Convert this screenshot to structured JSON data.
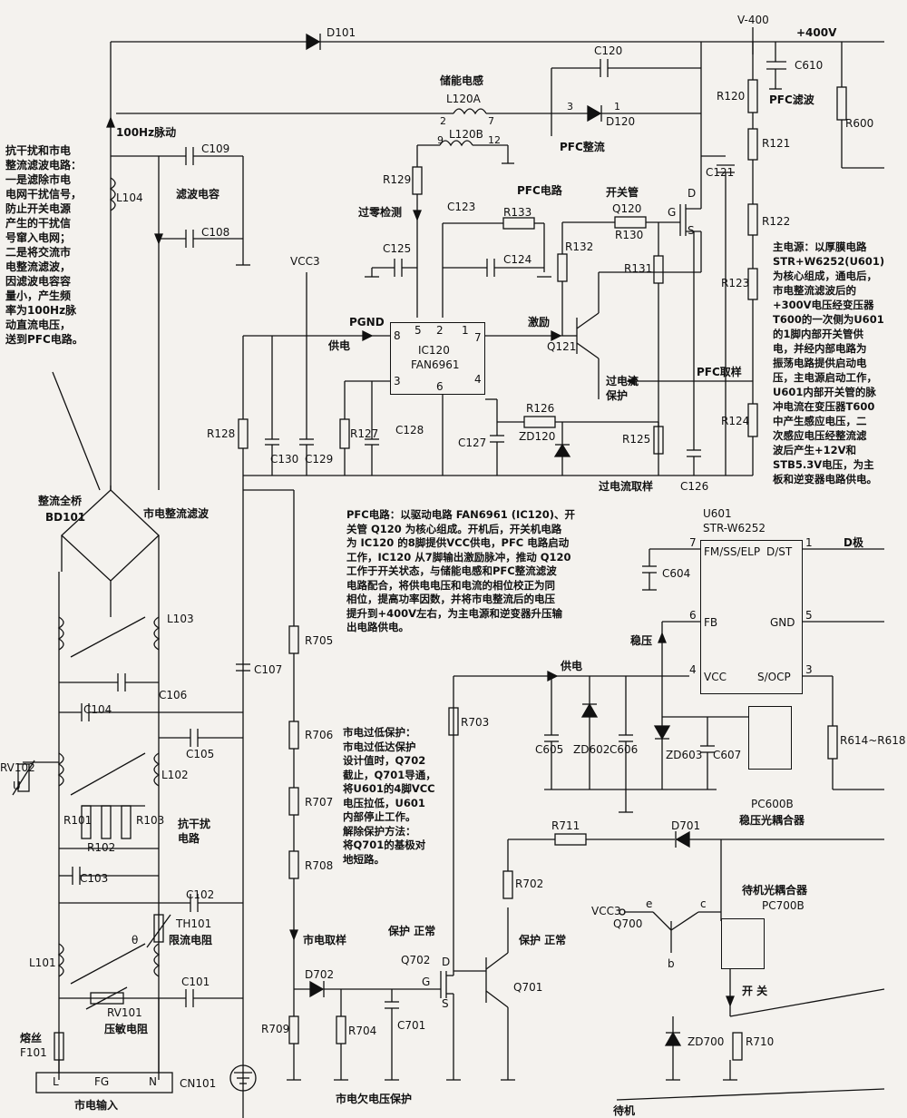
{
  "components": {
    "d101": "D101",
    "v400": "V-400",
    "p400v": "+400V",
    "c120": "C120",
    "c610": "C610",
    "pfc_lv": "PFC滤波",
    "r600": "R600",
    "chu": "储能电感",
    "l120a": "L120A",
    "l120a_p2": "2",
    "l120a_p7": "7",
    "d120": "D120",
    "d120_p3": "3",
    "d120_p1": "1",
    "pfc_zl": "PFC整流",
    "hz100": "100Hz脉动",
    "c109": "C109",
    "l104": "L104",
    "lbdr": "滤波电容",
    "c108": "C108",
    "l120b": "L120B",
    "l120b_p9": "9",
    "l120b_p12": "12",
    "r129": "R129",
    "gljc": "过零检测",
    "pfc_dl": "PFC电路",
    "c123": "C123",
    "r133": "R133",
    "kgg": "开关管",
    "q120": "Q120",
    "g": "G",
    "d": "D",
    "s": "S",
    "r130": "R130",
    "r132": "R132",
    "r131": "R131",
    "c121": "C121",
    "r120": "R120",
    "r121": "R121",
    "r122": "R122",
    "r123": "R123",
    "r124": "R124",
    "c125": "C125",
    "c124": "C124",
    "vcc3": "VCC3",
    "pgnd": "PGND",
    "gd": "供电",
    "jl": "激励",
    "q121": "Q121",
    "pfc_qy": "PFC取样",
    "gdlbh": "过电流\n保护",
    "r126": "R126",
    "zd120": "ZD120",
    "r128": "R128",
    "c130": "C130",
    "c129": "C129",
    "r127": "R127",
    "c128": "C128",
    "c127": "C127",
    "r125": "R125",
    "gdlqy": "过电流取样",
    "c126": "C126",
    "zlqq": "整流全桥",
    "bd101": "BD101",
    "sdzllb": "市电整流滤波",
    "l103": "L103",
    "c106": "C106",
    "c107": "C107",
    "c104": "C104",
    "c105": "C105",
    "l102": "L102",
    "rv102": "RV102",
    "u": "U",
    "r101": "R101",
    "r102": "R102",
    "r103": "R103",
    "kgrdl": "抗干扰\n电路",
    "c103": "C103",
    "c102": "C102",
    "th101": "TH101",
    "xldz": "限流电阻",
    "theta": "θ",
    "l101": "L101",
    "c101": "C101",
    "rv101": "RV101",
    "ymdz": "压敏电阻",
    "rs": "熔丝",
    "f101": "F101",
    "pin_L": "L",
    "pin_FG": "FG",
    "pin_N": "N",
    "cn101": "CN101",
    "sdsr": "市电输入",
    "r705": "R705",
    "r706": "R706",
    "r707": "R707",
    "r708": "R708",
    "sdqy": "市电取样",
    "d702": "D702",
    "r709": "R709",
    "r704": "R704",
    "c701": "C701",
    "q702": "Q702",
    "q701": "Q701",
    "bh_zc": "保护 正常",
    "bh_zc2": "保护 正常",
    "sdqdybh": "市电欠电压保护",
    "r703": "R703",
    "r702": "R702",
    "r711": "R711",
    "d701": "D701",
    "c605": "C605",
    "zd602": "ZD602",
    "c606": "C606",
    "zd603": "ZD603",
    "c607": "C607",
    "c604": "C604",
    "wy": "稳压",
    "r614": "R614~R618",
    "pc600b": "PC600B",
    "wygoh": "稳压光耦合器",
    "djgoh": "待机光耦合器",
    "pc700b": "PC700B",
    "vcc3b": "VCC3",
    "q700": "Q700",
    "e": "e",
    "c": "c",
    "b": "b",
    "kg": "开 关",
    "zd700": "ZD700",
    "r710": "R710",
    "dj": "待机",
    "dj_pole": "D极"
  },
  "ic120": {
    "name": "IC120",
    "part": "FAN6961",
    "pins": [
      "8",
      "5",
      "2",
      "1",
      "7",
      "3",
      "6",
      "4"
    ]
  },
  "u601": {
    "name": "U601",
    "part": "STR-W6252",
    "pin_fm": "FM/SS/ELP",
    "pin_dst": "D/ST",
    "pin_fb": "FB",
    "pin_gnd": "GND",
    "pin_vcc": "VCC",
    "pin_socp": "S/OCP",
    "n7": "7",
    "n1": "1",
    "n6": "6",
    "n5": "5",
    "n4": "4",
    "n3": "3"
  },
  "notes": {
    "left": "抗干扰和市电\n整流滤波电路：\n一是滤除市电\n电网干扰信号，\n防止开关电源\n产生的干扰信\n号窜入电网；\n二是将交流市\n电整流滤波，\n因滤波电容容\n量小，产生频\n率为100Hz脉\n动直流电压，\n送到PFC电路。",
    "main": "主电源：以厚膜电路\nSTR+W6252(U601)\n为核心组成，通电后，\n市电整流滤波后的\n+300V电压经变压器\nT600的一次侧为U601\n的1脚内部开关管供\n电，并经内部电路为\n振荡电路提供启动电\n压，主电源启动工作，\nU601内部开关管的脉\n冲电流在变压器T600\n中产生感应电压，二\n次感应电压经整流滤\n波后产生+12V和\nSTB5.3V电压，为主\n板和逆变器电路供电。",
    "pfc": "PFC电路：以驱动电路 FAN6961 (IC120)、开\n关管 Q120 为核心组成。开机后，开关机电路\n为 IC120 的8脚提供VCC供电，PFC 电路启动\n工作，IC120 从7脚输出激励脉冲，推动 Q120\n工作于开关状态，与储能电感和PFC整流滤波\n电路配合，将供电电压和电流的相位校正为同\n相位，提高功率因数，并将市电整流后的电压\n提升到+400V左右，为主电源和逆变器升压输\n出电路供电。",
    "undervolt": "市电过低保护：\n市电过低达保护\n设计值时，Q702\n截止，Q701导通，\n将U601的4脚VCC\n电压拉低，U601\n内部停止工作。\n解除保护方法：\n将Q701的基极对\n地短路。"
  }
}
